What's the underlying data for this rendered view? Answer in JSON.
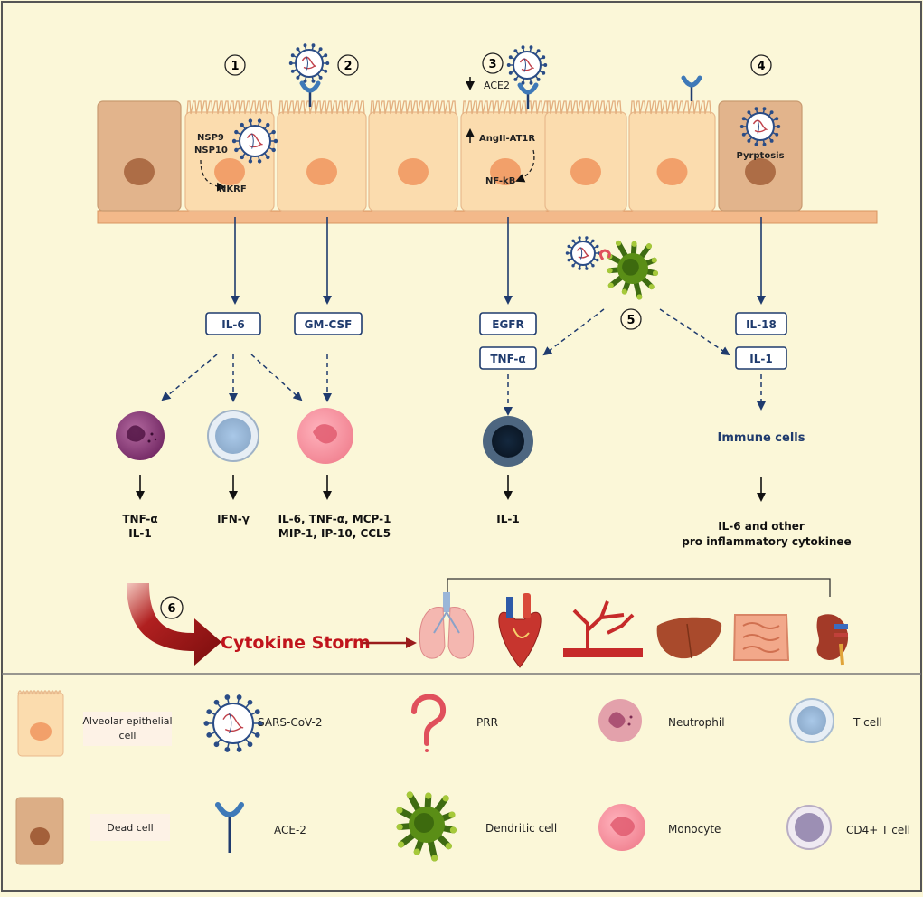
{
  "steps": [
    "1",
    "2",
    "3",
    "4",
    "5",
    "6"
  ],
  "cell_labels": {
    "nsp9": "NSP9",
    "nsp10": "NSP10",
    "nkrf": "NKRF",
    "ace2_down": "ACE2",
    "angii": "AngII-AT1R",
    "nfkb": "NF-kB",
    "pyroptosis": "Pyrptosis"
  },
  "cytokine_boxes": {
    "il6": "IL-6",
    "gmcsf": "GM-CSF",
    "egfr": "EGFR",
    "tnfa": "TNF-α",
    "il18": "IL-18",
    "il1": "IL-1"
  },
  "outputs": {
    "neutrophil_line1": "TNF-α",
    "neutrophil_line2": "IL-1",
    "tcell": "IFN-γ",
    "monocyte_line1": "IL-6, TNF-α, MCP-1",
    "monocyte_line2": "MIP-1, IP-10, CCL5",
    "cd4": "IL-1",
    "immune_cells": "Immune cells",
    "immune_out_line1": "IL-6 and other",
    "immune_out_line2": "pro inflammatory cytokinee"
  },
  "storm": {
    "label": "Cytokine Storm",
    "color": "#c0141c"
  },
  "legend": {
    "alveolar_line1": "Alveolar epithelial",
    "alveolar_line2": "cell",
    "sars": "SARS-CoV-2",
    "prr": "PRR",
    "neutrophil": "Neutrophil",
    "tcell": "T cell",
    "dead": "Dead cell",
    "ace2": "ACE-2",
    "dendritic": "Dendritic cell",
    "monocyte": "Monocyte",
    "cd4": "CD4+ T cell"
  },
  "icons": {
    "virus": "virus-icon",
    "receptor": "ace2-receptor-icon",
    "organs": [
      "lung-icon",
      "heart-icon",
      "blood-vessel-icon",
      "liver-icon",
      "intestine-icon",
      "kidney-icon"
    ]
  },
  "colors": {
    "arrow": "#1f3b6e",
    "box_border": "#1f3b6e",
    "cell_fill": "#fbdcae",
    "nucleus": "#f2a06a",
    "dead_cell": "#e2b48c"
  }
}
